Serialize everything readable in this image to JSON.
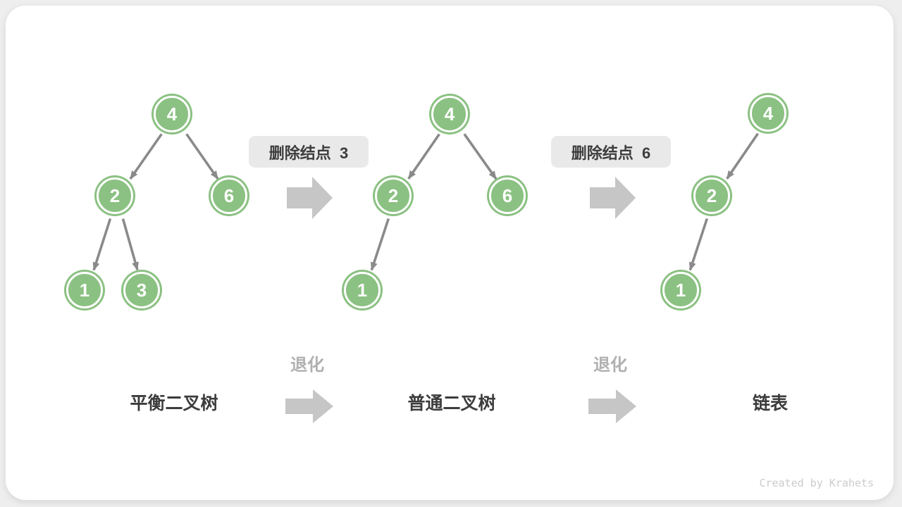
{
  "trees": [
    {
      "label": "平衡二叉树",
      "nodes": [
        {
          "value": "4"
        },
        {
          "value": "2"
        },
        {
          "value": "6"
        },
        {
          "value": "1"
        },
        {
          "value": "3"
        }
      ],
      "edges": [
        "4→2",
        "4→6",
        "2→1",
        "2→3"
      ]
    },
    {
      "label": "普通二叉树",
      "nodes": [
        {
          "value": "4"
        },
        {
          "value": "2"
        },
        {
          "value": "6"
        },
        {
          "value": "1"
        }
      ],
      "edges": [
        "4→2",
        "4→6",
        "2→1"
      ]
    },
    {
      "label": "链表",
      "nodes": [
        {
          "value": "4"
        },
        {
          "value": "2"
        },
        {
          "value": "1"
        }
      ],
      "edges": [
        "4→2",
        "2→1"
      ]
    }
  ],
  "transitions": [
    {
      "badge": "删除结点  3",
      "degrade_label": "退化"
    },
    {
      "badge": "删除结点  6",
      "degrade_label": "退化"
    }
  ],
  "credit": "Created by Krahets",
  "colors": {
    "node_fill": "#8bc182",
    "node_text": "#ffffff",
    "tree_edge": "#8a8a8a",
    "block_arrow": "#c6c6c6",
    "badge_bg": "#e9e9e9",
    "badge_text": "#3d3d3d",
    "label_text": "#3c3c3c",
    "degrade_text": "#b0b0b0",
    "card_bg": "#ffffff",
    "page_bg": "#eeeeee",
    "credit_text": "#cccccc"
  }
}
